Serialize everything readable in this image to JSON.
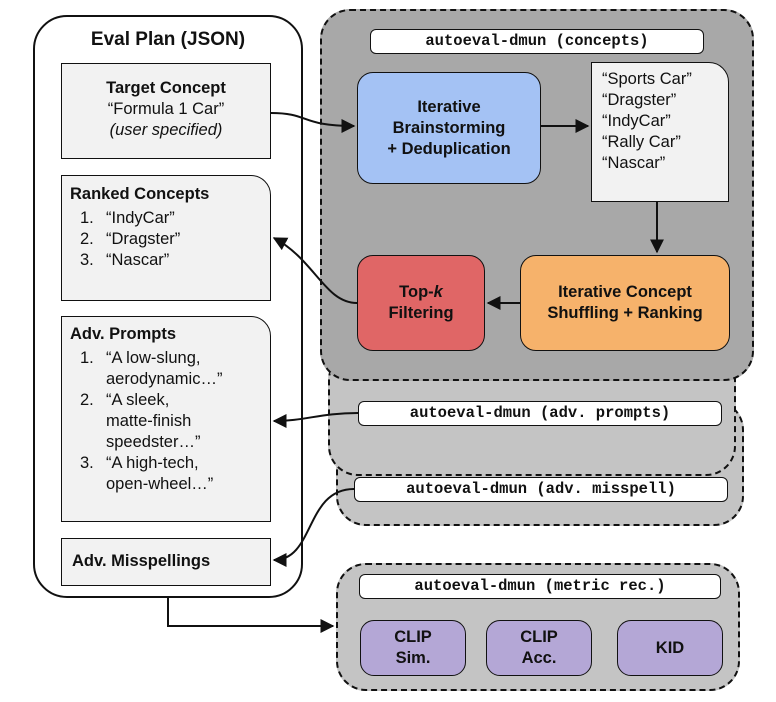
{
  "eval_plan": {
    "title": "Eval Plan (JSON)",
    "target_concept": {
      "title": "Target Concept",
      "value": "“Formula 1 Car”",
      "note": "(user specified)"
    },
    "ranked_concepts": {
      "title": "Ranked Concepts",
      "items": [
        {
          "num": "1.",
          "text": "“IndyCar”"
        },
        {
          "num": "2.",
          "text": "“Dragster”"
        },
        {
          "num": "3.",
          "text": "“Nascar”"
        }
      ]
    },
    "adv_prompts": {
      "title": "Adv. Prompts",
      "items": [
        {
          "num": "1.",
          "line1": "“A low-slung,",
          "line2": "aerodynamic…”",
          "line3": ""
        },
        {
          "num": "2.",
          "line1": "“A sleek,",
          "line2": "matte-finish",
          "line3": "speedster…”"
        },
        {
          "num": "3.",
          "line1": "“A high-tech,",
          "line2": "open-wheel…”",
          "line3": ""
        }
      ]
    },
    "adv_misspellings": {
      "title": "Adv. Misspellings"
    }
  },
  "concepts_module": {
    "tag": "autoeval-dmun (concepts)",
    "brainstorm": {
      "line1": "Iterative",
      "line2": "Brainstorming",
      "line3": "+ Deduplication"
    },
    "candidates": [
      "“Sports Car”",
      "“Dragster”",
      "“IndyCar”",
      "“Rally Car”",
      "“Nascar”"
    ],
    "shuffle": {
      "line1": "Iterative Concept",
      "line2": "Shuffling + Ranking"
    },
    "topk": {
      "pre": "Top-",
      "k": "k",
      "line2": "Filtering"
    }
  },
  "adv_prompts_tag": "autoeval-dmun (adv. prompts)",
  "adv_misspell_tag": "autoeval-dmun (adv. misspell)",
  "metric_module": {
    "tag": "autoeval-dmun (metric rec.)",
    "metrics": [
      {
        "line1": "CLIP",
        "line2": "Sim."
      },
      {
        "line1": "CLIP",
        "line2": "Acc."
      },
      {
        "line1": "KID",
        "line2": ""
      }
    ]
  },
  "colors": {
    "brainstorm": "#a4c2f4",
    "topk": "#e06666",
    "shuffle": "#f6b26b",
    "metric": "#b4a7d6",
    "frame_dark": "#a8a8a8",
    "frame_light": "#c4c4c4"
  }
}
